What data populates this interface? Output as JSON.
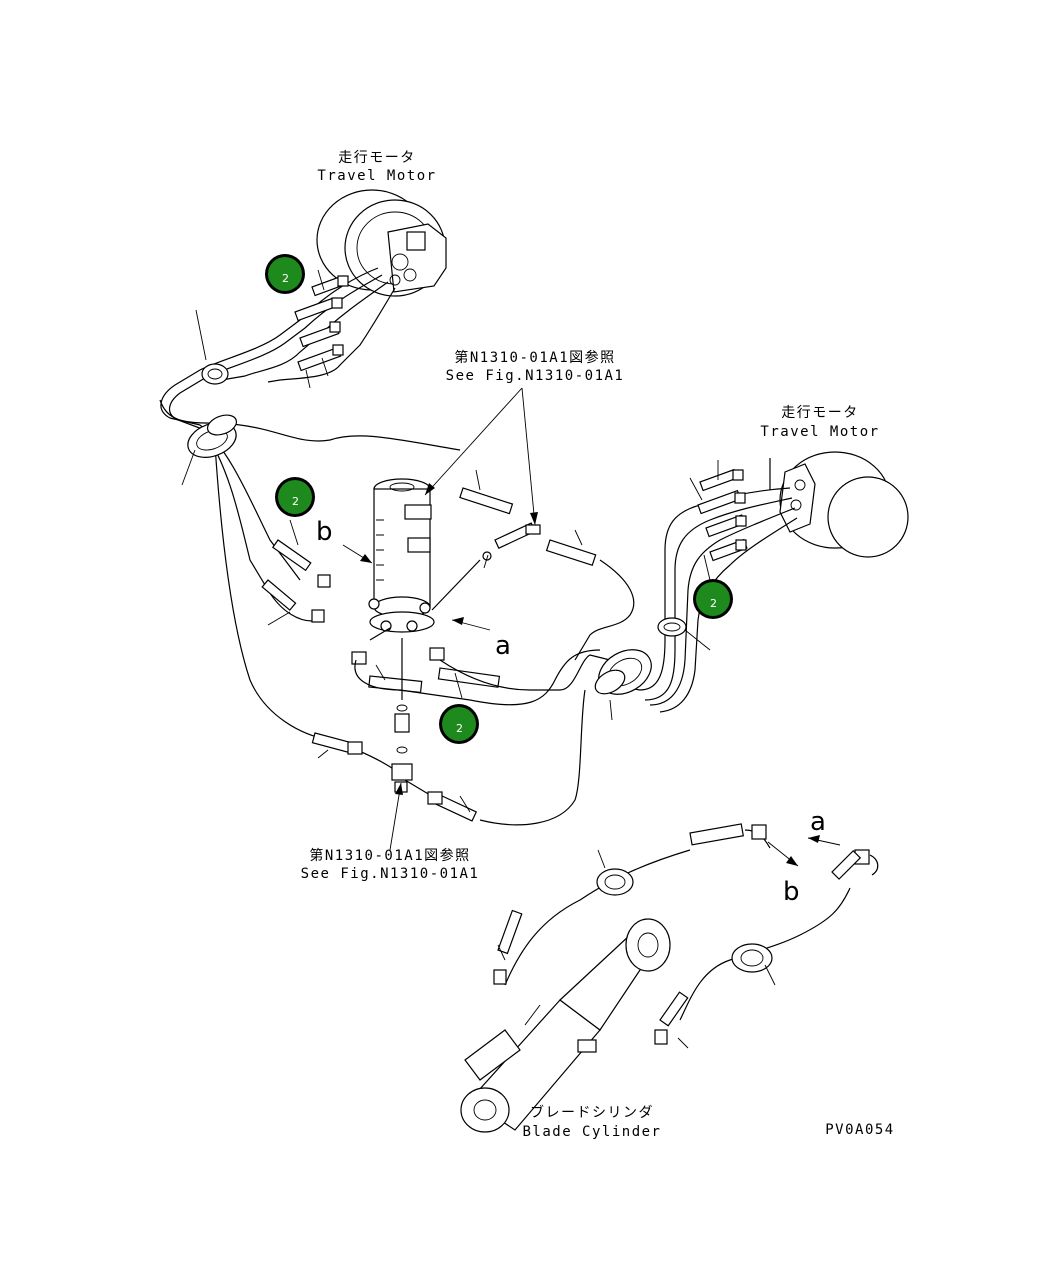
{
  "labels": {
    "travel_motor_top_jp": "走行モータ",
    "travel_motor_top_en": "Travel Motor",
    "travel_motor_right_jp": "走行モータ",
    "travel_motor_right_en": "Travel Motor",
    "ref_top_jp": "第N1310-01A1図参照",
    "ref_top_en": "See Fig.N1310-01A1",
    "ref_bottom_jp": "第N1310-01A1図参照",
    "ref_bottom_en": "See Fig.N1310-01A1",
    "blade_cylinder_jp": "ブレードシリンダ",
    "blade_cylinder_en": "Blade Cylinder",
    "view_a": "a",
    "view_b": "b",
    "detail_a": "a",
    "detail_b": "b",
    "drawing_code": "PV0A054"
  },
  "badges": [
    {
      "id": "badge-1",
      "number": "2"
    },
    {
      "id": "badge-2",
      "number": "2"
    },
    {
      "id": "badge-3",
      "number": "2"
    },
    {
      "id": "badge-4",
      "number": "2"
    }
  ],
  "colors": {
    "badge_fill": "#1e8a1e",
    "badge_ring": "#000000",
    "line": "#000000"
  }
}
